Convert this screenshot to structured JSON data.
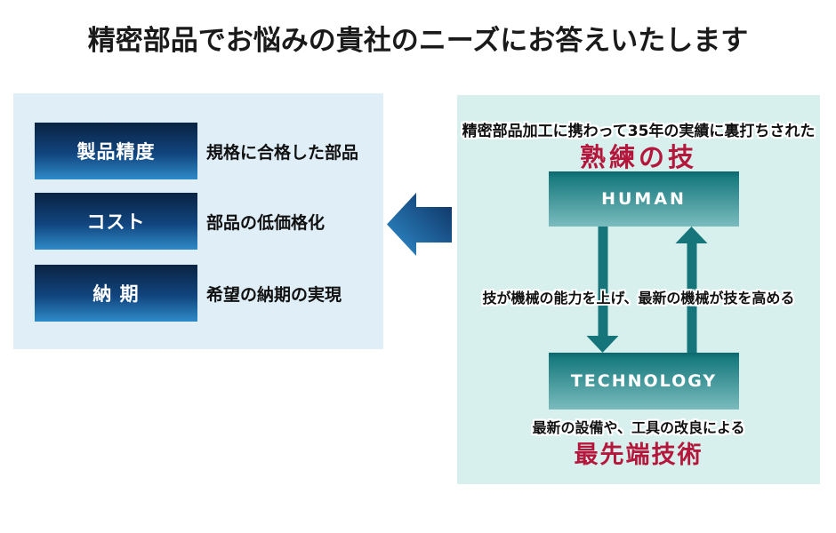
{
  "title": "精密部品でお悩みの貴社のニーズにお答えいたします",
  "colors": {
    "needs_panel_bg": "#e0eef7",
    "solution_panel_bg": "#d7f0ed",
    "chip_gradient_top": "#0a2342",
    "chip_gradient_bottom": "#2e8bc8",
    "big_arrow_dark": "#0d2f5e",
    "big_arrow_light": "#2f8fd0",
    "teal_box_top": "#187a7e",
    "teal_box_bottom": "#7abcbe",
    "teal_arrow": "#15757a",
    "highlight_red": "#b5173c"
  },
  "needs_panel": {
    "items": [
      {
        "label": "製品精度",
        "description": "規格に合格した部品"
      },
      {
        "label": "コスト",
        "description": "部品の低価格化"
      },
      {
        "label": "納 期",
        "description": "希望の納期の実現"
      }
    ]
  },
  "solution_panel": {
    "top_caption": "精密部品加工に携わって35年の実績に裏打ちされた",
    "top_highlight": "熟練の技",
    "human_box_label": "HUMAN",
    "interaction_caption": "技が機械の能力を上げ、最新の機械が技を高める",
    "technology_box_label": "TECHNOLOGY",
    "bottom_caption": "最新の設備や、工具の改良による",
    "bottom_highlight": "最先端技術"
  }
}
